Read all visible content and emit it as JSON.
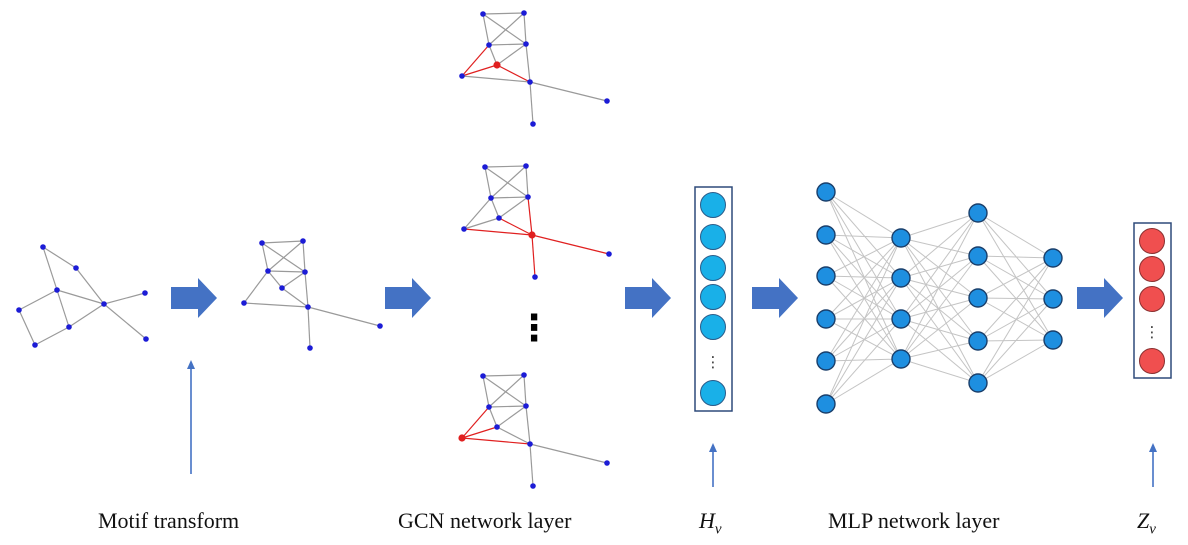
{
  "labels": {
    "motif": "Motif transform",
    "gcn": "GCN network layer",
    "hv_base": "H",
    "hv_sub": "v",
    "mlp": "MLP network layer",
    "zv_base": "Z",
    "zv_sub": "v"
  },
  "ellipsis": "⋮",
  "colors": {
    "graph_node": "#1c1cd6",
    "graph_edge": "#9a9a9a",
    "highlight": "#e02020",
    "arrow": "#4472c4",
    "cyan_node": "#19b0e8",
    "mlp_node": "#1e8fe0",
    "red_node": "#f04f4f",
    "box_border": "#2e4a7a"
  }
}
